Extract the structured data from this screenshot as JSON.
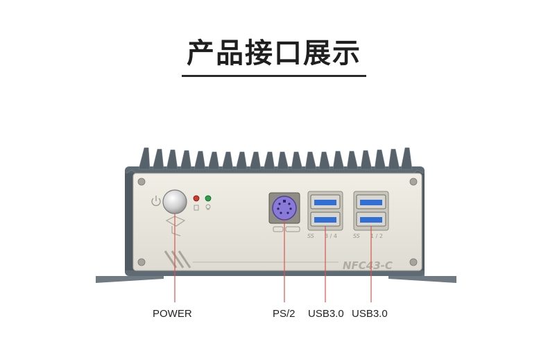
{
  "page": {
    "title": "产品接口展示"
  },
  "device": {
    "model_text": "NFC43-C",
    "usb_group_labels": [
      "3 / 4",
      "1 / 2"
    ],
    "ss_mark": "SS"
  },
  "callouts": [
    {
      "label": "POWER"
    },
    {
      "label": "PS/2"
    },
    {
      "label": "USB3.0"
    },
    {
      "label": "USB3.0"
    }
  ],
  "colors": {
    "callout_line": "#d9534f",
    "usb_blue": "#2f6fd6",
    "ps2_purple": "#8a7ad8",
    "led_red": "#d23a2a",
    "led_green": "#2aa24a"
  }
}
